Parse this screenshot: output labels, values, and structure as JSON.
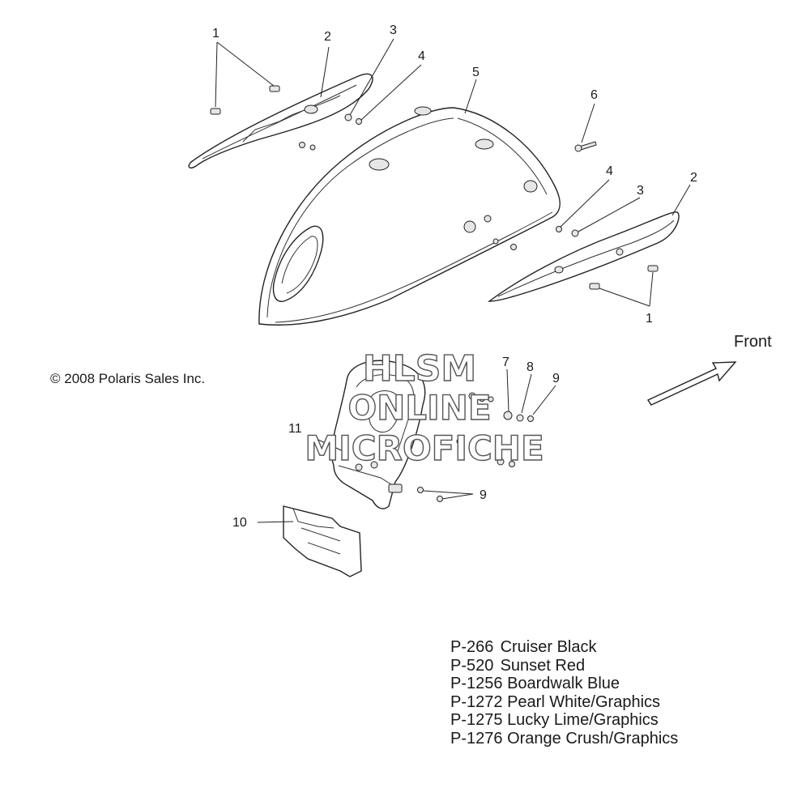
{
  "diagram": {
    "copyright": "© 2008 Polaris Sales Inc.",
    "direction_label": "Front",
    "watermark": {
      "lines": [
        "HLSM",
        "ONLINE",
        "MICROFICHE"
      ],
      "color": "#ffffff"
    },
    "callouts": [
      "1",
      "2",
      "3",
      "4",
      "5",
      "6",
      "4",
      "3",
      "2",
      "1",
      "7",
      "8",
      "9",
      "11",
      "9",
      "10"
    ],
    "paint_codes": [
      {
        "code": "P-266",
        "name": "Cruiser Black"
      },
      {
        "code": "P-520",
        "name": "Sunset Red"
      },
      {
        "code": "P-1256",
        "name": "Boardwalk Blue"
      },
      {
        "code": "P-1272",
        "name": "Pearl White/Graphics"
      },
      {
        "code": "P-1275",
        "name": "Lucky Lime/Graphics"
      },
      {
        "code": "P-1276",
        "name": "Orange Crush/Graphics"
      }
    ],
    "line_color": "#222222",
    "background_color": "#ffffff"
  }
}
